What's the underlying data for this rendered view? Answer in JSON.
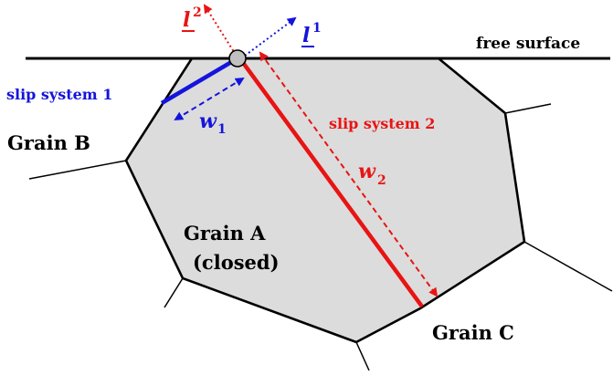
{
  "labels": {
    "free_surface": "free surface",
    "slip_system_1": "slip system 1",
    "slip_system_2": "slip system 2",
    "grain_a": "Grain A",
    "grain_a_closed": "(closed)",
    "grain_b": "Grain B",
    "grain_c": "Grain C"
  },
  "symbols": {
    "l1_base": "l",
    "l1_sup": "1",
    "l2_base": "l",
    "l2_sup": "2",
    "w1_base": "w",
    "w1_sub": "1",
    "w2_base": "w",
    "w2_sub": "2"
  },
  "colors": {
    "grain_fill": "#dcdcdc",
    "boundary": "#000000",
    "slip_system_1": "#1414dc",
    "slip_system_2": "#e81414",
    "junction_fill": "#c0c0c0"
  }
}
